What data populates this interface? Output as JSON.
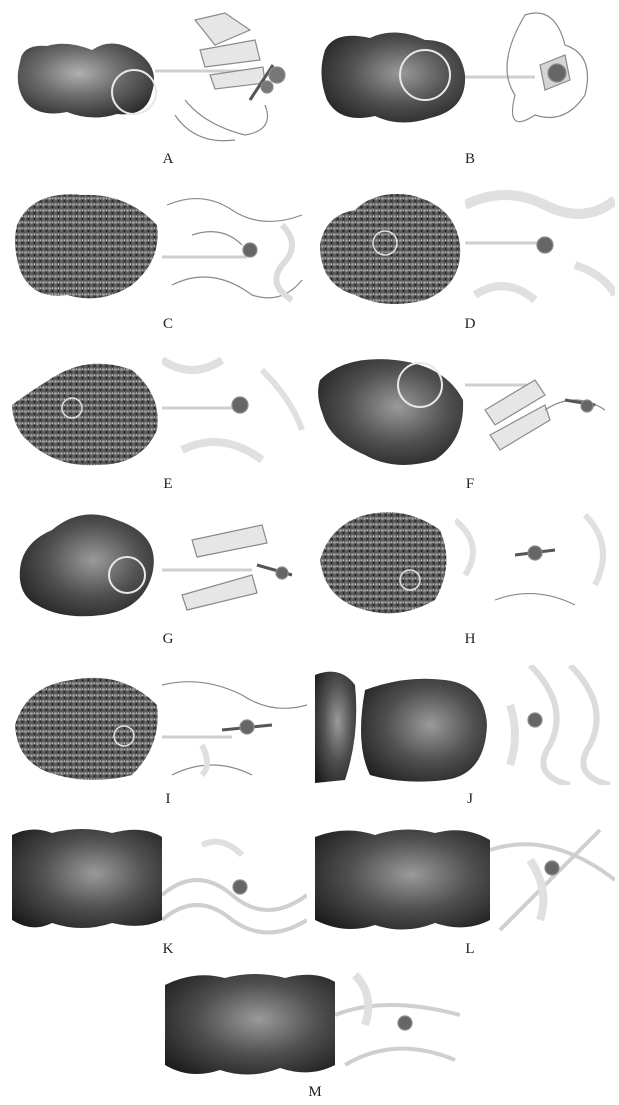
{
  "panels": [
    {
      "id": "a",
      "label": "A"
    },
    {
      "id": "b",
      "label": "B"
    },
    {
      "id": "c",
      "label": "C"
    },
    {
      "id": "d",
      "label": "D"
    },
    {
      "id": "e",
      "label": "E"
    },
    {
      "id": "f",
      "label": "F"
    },
    {
      "id": "g",
      "label": "G"
    },
    {
      "id": "h",
      "label": "H"
    },
    {
      "id": "i",
      "label": "I"
    },
    {
      "id": "j",
      "label": "J"
    },
    {
      "id": "k",
      "label": "K"
    },
    {
      "id": "l",
      "label": "L"
    },
    {
      "id": "m",
      "label": "M"
    }
  ],
  "colors": {
    "surface_dark": "#2f2f2f",
    "surface_mid": "#6b6b6b",
    "surface_light": "#a8a8a8",
    "ribbon": "#e6e6e6",
    "ribbon_edge": "#8a8a8a",
    "ligand": "#555555",
    "callout_line": "#cfcfcf"
  }
}
